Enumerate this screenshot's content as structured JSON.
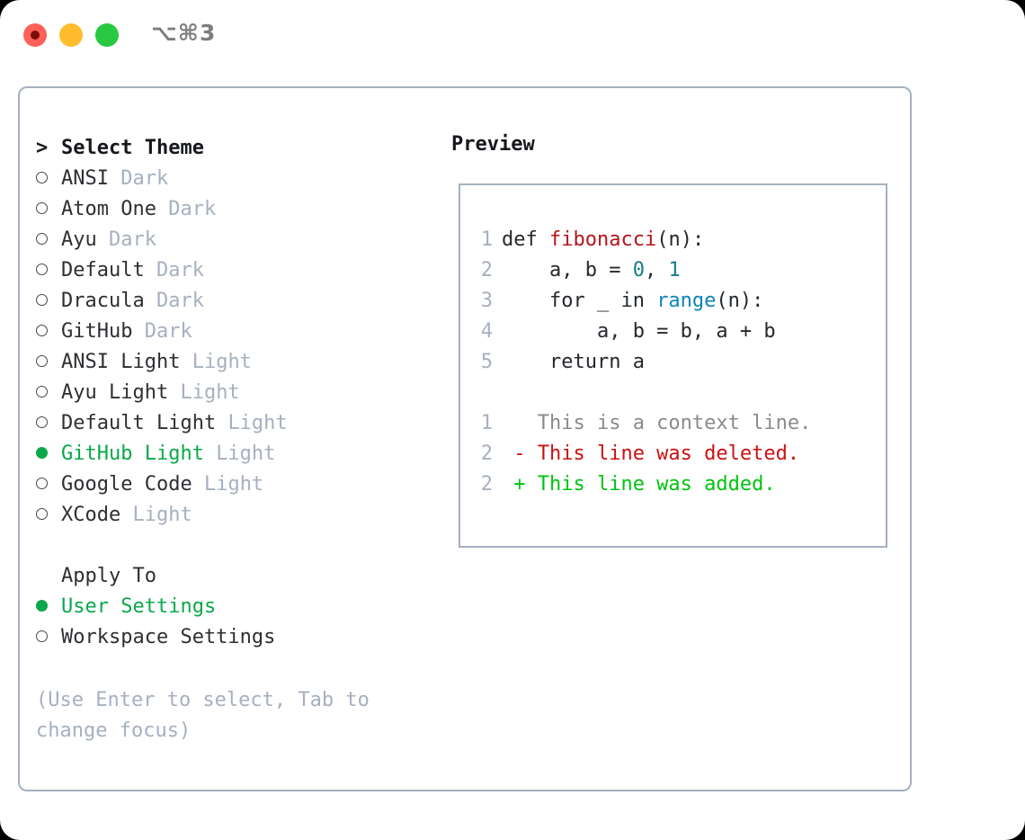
{
  "window": {
    "title_shortcut": "⌥⌘3",
    "traffic_lights": [
      "close-red",
      "minimize-amber",
      "maximize-green"
    ]
  },
  "colors": {
    "accent_green": "#0aa84a",
    "panel_border": "#a6b0bf",
    "muted": "#a6b0bf",
    "diff_add": "#00c40f",
    "diff_del": "#cc1111",
    "token_function": "#b3141c",
    "token_number": "#177d86",
    "token_call": "#0e84b5"
  },
  "theme_list": {
    "header_marker": ">",
    "header": "Select Theme",
    "items": [
      {
        "marker": "empty",
        "label": "ANSI",
        "tag": "Dark",
        "selected": false
      },
      {
        "marker": "empty",
        "label": "Atom One",
        "tag": "Dark",
        "selected": false
      },
      {
        "marker": "empty",
        "label": "Ayu",
        "tag": "Dark",
        "selected": false
      },
      {
        "marker": "empty",
        "label": "Default",
        "tag": "Dark",
        "selected": false
      },
      {
        "marker": "empty",
        "label": "Dracula",
        "tag": "Dark",
        "selected": false
      },
      {
        "marker": "empty",
        "label": "GitHub",
        "tag": "Dark",
        "selected": false
      },
      {
        "marker": "empty",
        "label": "ANSI Light",
        "tag": "Light",
        "selected": false
      },
      {
        "marker": "empty",
        "label": "Ayu Light",
        "tag": "Light",
        "selected": false
      },
      {
        "marker": "empty",
        "label": "Default Light",
        "tag": "Light",
        "selected": false
      },
      {
        "marker": "filled",
        "label": "GitHub Light",
        "tag": "Light",
        "selected": true
      },
      {
        "marker": "empty",
        "label": "Google Code",
        "tag": "Light",
        "selected": false
      },
      {
        "marker": "empty",
        "label": "XCode",
        "tag": "Light",
        "selected": false
      }
    ]
  },
  "apply_to": {
    "header": "Apply To",
    "items": [
      {
        "marker": "filled",
        "label": "User Settings",
        "selected": true
      },
      {
        "marker": "empty",
        "label": "Workspace Settings",
        "selected": false
      }
    ]
  },
  "hint": "(Use Enter to select, Tab to change focus)",
  "preview": {
    "title": "Preview",
    "code_lines": [
      {
        "num": "1",
        "segments": [
          {
            "t": "def ",
            "c": "plain"
          },
          {
            "t": "fibonacci",
            "c": "fn"
          },
          {
            "t": "(n):",
            "c": "plain"
          }
        ]
      },
      {
        "num": "2",
        "segments": [
          {
            "t": "    a, b = ",
            "c": "plain"
          },
          {
            "t": "0",
            "c": "num"
          },
          {
            "t": ", ",
            "c": "plain"
          },
          {
            "t": "1",
            "c": "num"
          }
        ]
      },
      {
        "num": "3",
        "segments": [
          {
            "t": "    for _ in ",
            "c": "plain"
          },
          {
            "t": "range",
            "c": "call"
          },
          {
            "t": "(n):",
            "c": "plain"
          }
        ]
      },
      {
        "num": "4",
        "segments": [
          {
            "t": "        a, b = b, a + b",
            "c": "plain"
          }
        ]
      },
      {
        "num": "5",
        "segments": [
          {
            "t": "    return a",
            "c": "plain"
          }
        ]
      }
    ],
    "diff_lines": [
      {
        "num": "1",
        "sign": " ",
        "text": "This is a context line.",
        "kind": "ctx"
      },
      {
        "num": "2",
        "sign": "-",
        "text": "This line was deleted.",
        "kind": "del"
      },
      {
        "num": "2",
        "sign": "+",
        "text": "This line was added.",
        "kind": "add"
      }
    ]
  }
}
